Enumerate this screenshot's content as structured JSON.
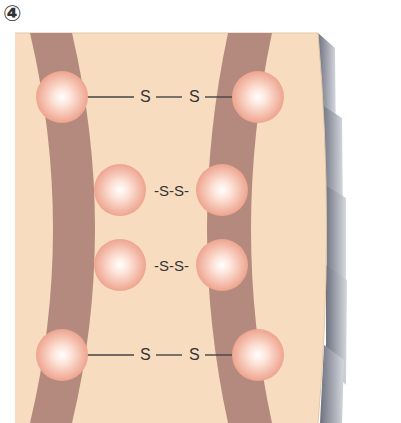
{
  "diagram": {
    "labels": [
      "④",
      "S",
      "S",
      "-S-S-",
      "-S-S-",
      "S",
      "S"
    ]
  }
}
